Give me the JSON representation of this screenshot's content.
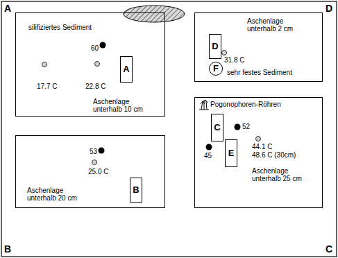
{
  "diagram": {
    "nodes": [
      {
        "text": [
          "silifiziertes Sediment",
          "60",
          "17.7 C",
          "22.8 C",
          "Aschenlage unterhalb 10 cm"
        ]
      },
      {
        "text": [
          "A"
        ],
        "in": 0
      },
      {
        "text": [
          "Aschenlage unterhalb 2 cm",
          "31.8 C",
          "sehr festes Sediment"
        ]
      },
      {
        "text": [
          "D"
        ],
        "in": 2
      },
      {
        "text": [
          "F"
        ],
        "in": 2
      },
      {
        "text": [
          "53",
          "25.0 C",
          "Aschenlage unterhalb 20 cm"
        ]
      },
      {
        "text": [
          "B"
        ],
        "in": 5
      },
      {
        "text": [
          "Pogonophoren-Röhren",
          "52",
          "45",
          "44.1 C",
          "48.6 C (30cm)",
          "Aschenlage unterhalb 25 cm"
        ]
      },
      {
        "text": [
          "C"
        ],
        "in": 7
      },
      {
        "text": [
          "E"
        ],
        "in": 7
      }
    ],
    "labels": [
      "A",
      "D",
      "B",
      "C"
    ]
  }
}
